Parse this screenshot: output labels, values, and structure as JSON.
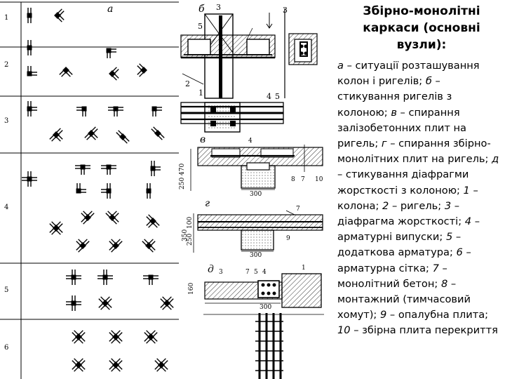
{
  "title": "Збірно-монолітні каркаси (основні вузли):",
  "figure": {
    "panel_labels": [
      "а",
      "б",
      "в",
      "г",
      "д"
    ],
    "row_numbers": [
      "1",
      "2",
      "3",
      "4",
      "5",
      "6"
    ],
    "dims": {
      "b_top": "3",
      "b_3": "3",
      "b_5": "5",
      "b_2": "2",
      "b_1": "1",
      "b_4": "4",
      "b_5b": "5",
      "v_470": "470",
      "v_250": "250",
      "v_300": "300",
      "v_4": "4",
      "v_8": "8",
      "v_7": "7",
      "v_10": "10",
      "g_350": "350",
      "g_100": "100",
      "g_250": "250",
      "g_300": "300",
      "g_9": "9",
      "g_7": "7",
      "d_160": "160",
      "d_300": "300",
      "d_3": "3",
      "d_7": "7",
      "d_5": "5",
      "d_4": "4",
      "d_1": "1"
    }
  },
  "caption": [
    {
      "t": "а",
      "i": true
    },
    {
      "t": " – ситуації розташування колон і ригелів; "
    },
    {
      "t": "б",
      "i": true
    },
    {
      "t": " – стикування ригелів з колоною; "
    },
    {
      "t": "в",
      "i": true
    },
    {
      "t": " – спирання залізобетонних плит на ригель; "
    },
    {
      "t": "г",
      "i": true
    },
    {
      "t": " – спирання збірно-монолітних плит на ригель; "
    },
    {
      "t": "д",
      "i": true
    },
    {
      "t": " – стикування діафрагми жорсткості з колоною; "
    },
    {
      "t": "1",
      "i": true
    },
    {
      "t": " – колона; "
    },
    {
      "t": "2",
      "i": true
    },
    {
      "t": " – ригель; "
    },
    {
      "t": "3",
      "i": true
    },
    {
      "t": " – діафрагма жорсткості; "
    },
    {
      "t": "4",
      "i": true
    },
    {
      "t": " – арматурні випуски; "
    },
    {
      "t": "5",
      "i": true
    },
    {
      "t": " – додаткова арматура; "
    },
    {
      "t": "6",
      "i": true
    },
    {
      "t": " – арматурна сітка; "
    },
    {
      "t": "7",
      "i": true
    },
    {
      "t": " – монолітний бетон; "
    },
    {
      "t": "8",
      "i": true
    },
    {
      "t": " – монтажний (тимчасовий хомут); "
    },
    {
      "t": "9",
      "i": true
    },
    {
      "t": " – опалубна плита; "
    },
    {
      "t": "10",
      "i": true
    },
    {
      "t": " – збірна плита перекриття"
    }
  ]
}
